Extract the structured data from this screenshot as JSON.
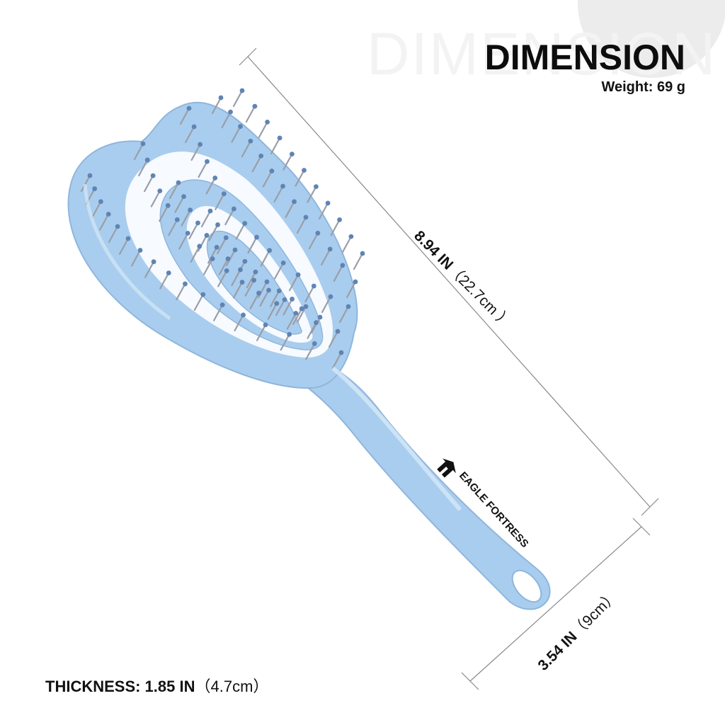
{
  "header": {
    "ghost_title": "DIMENSION",
    "title": "DIMENSION",
    "weight": "Weight: 69 g"
  },
  "dimensions": {
    "length_value": "8.94 IN",
    "length_metric": "（22.7cm ）",
    "width_value": "3.54 IN",
    "width_metric": "（9cm）",
    "thickness_label": "THICKNESS: 1.85 IN",
    "thickness_metric": "（4.7cm）"
  },
  "product": {
    "brand": "EAGLE FORTRESS",
    "logo_icon": "eagle-fortress-logo-icon",
    "body_color": "#a9cdee",
    "highlight_color": "#d6e8f7",
    "bristle_color": "#9a9ea6",
    "ball_color": "#5f84b4"
  }
}
